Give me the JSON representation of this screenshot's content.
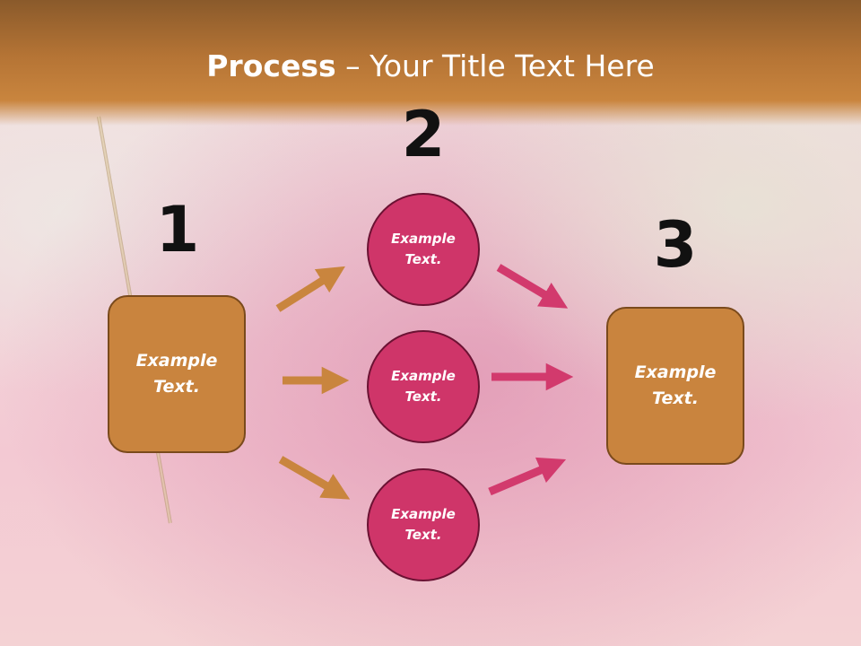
{
  "title": {
    "bold": "Process",
    "rest": " – Your Title Text Here"
  },
  "steps": [
    {
      "number": "1",
      "text": "Example Text."
    },
    {
      "number": "2",
      "text": "Example Text."
    },
    {
      "number": "3",
      "text": "Example Text."
    }
  ],
  "circles": [
    {
      "text": "Example Text."
    },
    {
      "text": "Example Text."
    },
    {
      "text": "Example Text."
    }
  ],
  "colors": {
    "title_band": "#b57435",
    "box_fill": "#c9843e",
    "circle_fill": "#cf3569",
    "arrow_left": "#c9853e",
    "arrow_right": "#d23a6d"
  }
}
